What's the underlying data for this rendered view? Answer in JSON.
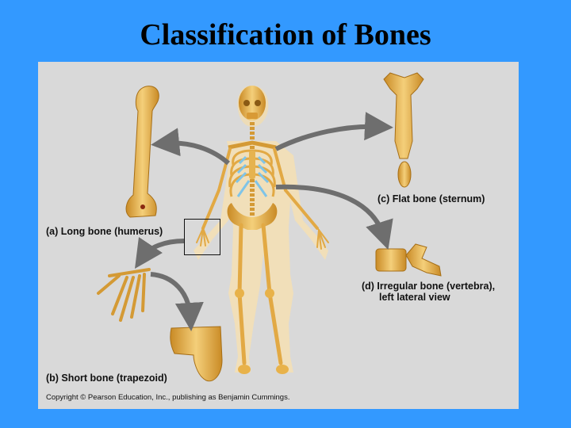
{
  "slide": {
    "title": "Classification of Bones",
    "background_color": "#3399ff",
    "panel_color": "#d9d9d9"
  },
  "figure": {
    "labels": {
      "long_bone": "(a) Long bone (humerus)",
      "short_bone": "(b) Short bone (trapezoid)",
      "flat_bone": "(c) Flat bone (sternum)",
      "irregular_bone_line1": "(d) Irregular bone (vertebra),",
      "irregular_bone_line2": "left lateral view"
    },
    "copyright": "Copyright © Pearson Education, Inc., publishing as Benjamin Cummings.",
    "colors": {
      "bone": "#e8b24a",
      "bone_dark": "#b8801e",
      "cartilage": "#7fc4e8",
      "arrow": "#6e6e6e",
      "body_outline": "#f3dcae"
    },
    "illustrations": [
      "skeleton",
      "humerus",
      "hand",
      "trapezoid",
      "sternum",
      "vertebra"
    ]
  }
}
